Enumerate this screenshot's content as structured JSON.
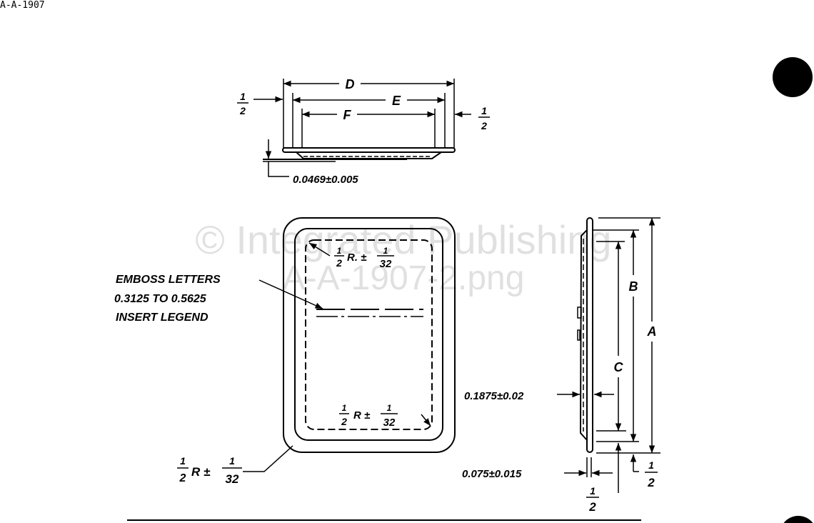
{
  "header": {
    "code": "A-A-1907"
  },
  "watermark": {
    "line1": "© Integrated Publishing",
    "line2": "A-A-1907-2.png"
  },
  "top_view": {
    "dim_d": "D",
    "dim_e": "E",
    "dim_f": "F",
    "left_frac_num": "1",
    "left_frac_den": "2",
    "right_frac_num": "1",
    "right_frac_den": "2",
    "thickness": "0.0469±0.005"
  },
  "front_view": {
    "inner_radius": {
      "whole": "1",
      "den": "2",
      "suffix": "R. ±",
      "tol_num": "1",
      "tol_den": "32"
    },
    "bottom_radius": {
      "whole": "1",
      "den": "2",
      "suffix": "R ±",
      "tol_num": "1",
      "tol_den": "32"
    },
    "outer_radius": {
      "whole": "1",
      "den": "2",
      "suffix": "R ±",
      "tol_num": "1",
      "tol_den": "32"
    },
    "note_line1": "EMBOSS LETTERS",
    "note_line2": "0.3125 TO 0.5625",
    "note_line3": "INSERT LEGEND"
  },
  "side_view": {
    "dim_a": "A",
    "dim_b": "B",
    "dim_c": "C",
    "depth": "0.1875±0.02",
    "flange": "0.075±0.015",
    "bottom_frac_num": "1",
    "bottom_frac_den": "2",
    "right_frac_num": "1",
    "right_frac_den": "2"
  }
}
